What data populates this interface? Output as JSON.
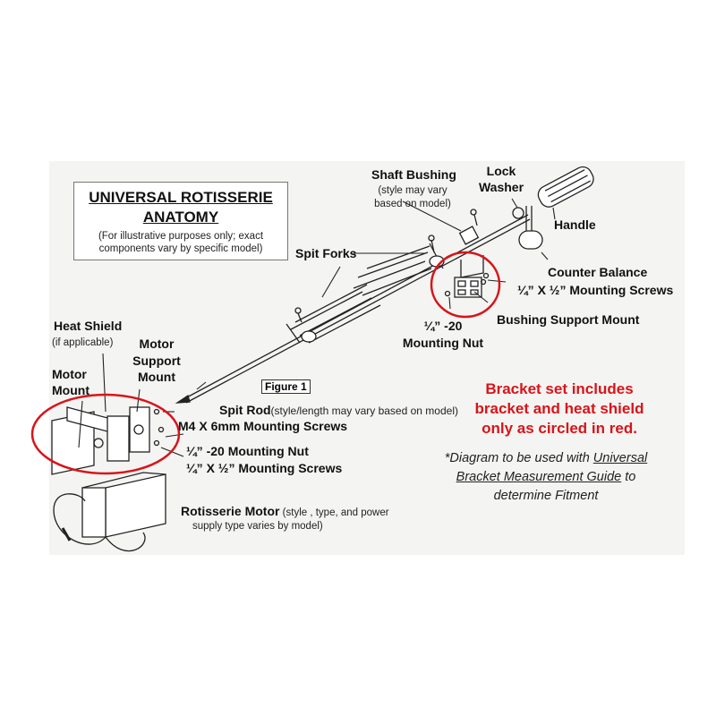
{
  "title": {
    "line1": "UNIVERSAL ROTISSERIE",
    "line2": "ANATOMY",
    "sub1": "(For illustrative purposes only; exact",
    "sub2": "components vary by specific model)"
  },
  "figure_label": "Figure 1",
  "labels": {
    "shaft_bushing": "Shaft Bushing",
    "shaft_bushing_sub1": "(style may vary",
    "shaft_bushing_sub2": "based on model)",
    "lock": "Lock",
    "washer": "Washer",
    "handle": "Handle",
    "spit_forks": "Spit Forks",
    "counter_balance": "Counter Balance",
    "bushing_screws": "¼” X ½” Mounting Screws",
    "bushing_support_mount": "Bushing Support Mount",
    "nut_top1": "¼” -20",
    "nut_top2": "Mounting Nut",
    "heat_shield": "Heat Shield",
    "heat_shield_sub": "(if applicable)",
    "motor_support1": "Motor",
    "motor_support2": "Support",
    "motor_support3": "Mount",
    "motor_mount1": "Motor",
    "motor_mount2": "Mount",
    "spit_rod": "Spit Rod",
    "spit_rod_sub": "(style/length may vary based on model)",
    "m4_screws": "M4 X 6mm Mounting Screws",
    "motor_nut": "¼” -20 Mounting Nut",
    "motor_screws": "¼” X ½” Mounting Screws",
    "motor": "Rotisserie Motor",
    "motor_sub1": " (style , type, and power",
    "motor_sub2": "supply type varies by model)"
  },
  "red_note": {
    "line1": "Bracket set includes",
    "line2": "bracket and heat shield",
    "line3": "only as circled in red."
  },
  "guide_note": {
    "pre": "*Diagram to be used with ",
    "link1": "Universal",
    "link2": "Bracket Measurement Guide",
    "mid": " to",
    "post": "determine Fitment"
  },
  "colors": {
    "highlight": "#d8141a",
    "ink": "#111111"
  }
}
